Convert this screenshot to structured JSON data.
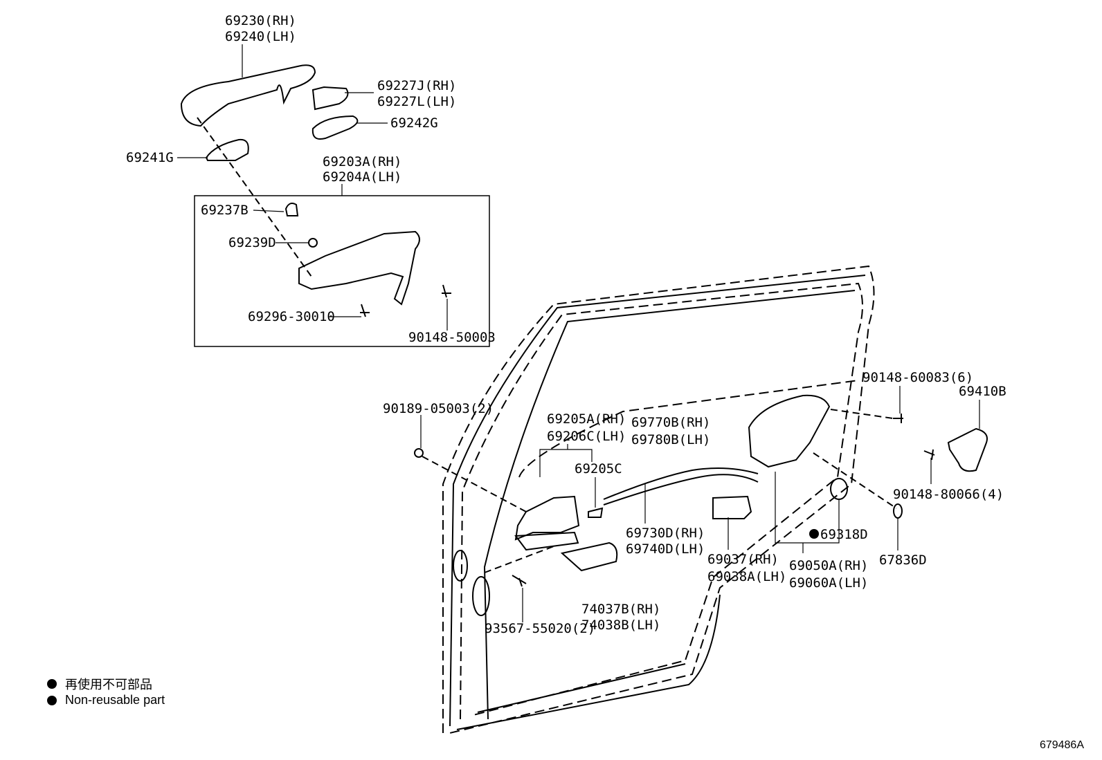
{
  "labels": {
    "p69230": "69230(RH)",
    "p69240": "69240(LH)",
    "p69227J": "69227J(RH)",
    "p69227L": "69227L(LH)",
    "p69242G": "69242G",
    "p69241G": "69241G",
    "p69203A": "69203A(RH)",
    "p69204A": "69204A(LH)",
    "p69237B": "69237B",
    "p69239D": "69239D",
    "p69296": "69296-30010",
    "p90148_50003": "90148-50003",
    "p90148_60083": "90148-60083(6)",
    "p69410B": "69410B",
    "p90189": "90189-05003(2)",
    "p69205A": "69205A(RH)",
    "p69206C": "69206C(LH)",
    "p69770B": "69770B(RH)",
    "p69780B": "69780B(LH)",
    "p69205C": "69205C",
    "p90148_80066": "90148-80066(4)",
    "p69730D": "69730D(RH)",
    "p69740D": "69740D(LH)",
    "p69318D": "69318D",
    "p69037": "69037(RH)",
    "p69038A": "69038A(LH)",
    "p69050A": "69050A(RH)",
    "p69060A": "69060A(LH)",
    "p67836D": "67836D",
    "p74037B": "74037B(RH)",
    "p74038B": "74038B(LH)",
    "p93567": "93567-55020(2)"
  },
  "legend": {
    "jp": "再使用不可部品",
    "en": "Non-reusable part"
  },
  "diagram_id": "679486A"
}
